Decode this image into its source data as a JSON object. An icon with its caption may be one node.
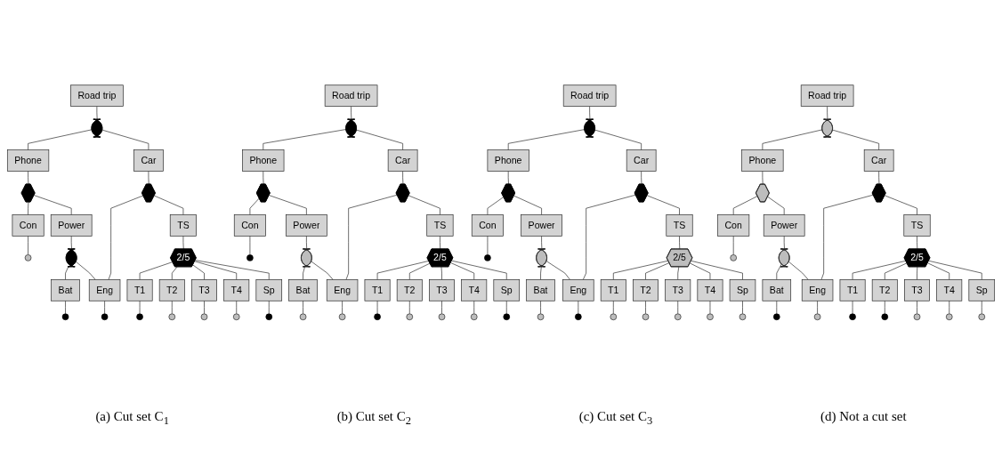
{
  "diagram": {
    "nodes": [
      {
        "text": [
          "Road trip"
        ]
      },
      {
        "text": [],
        "shape": "gate"
      },
      {
        "text": [
          "Phone"
        ]
      },
      {
        "text": [
          "Car"
        ]
      },
      {
        "text": [],
        "shape": "gate"
      },
      {
        "text": [],
        "shape": "gate"
      },
      {
        "text": [
          "Con"
        ]
      },
      {
        "text": [
          "Power"
        ]
      },
      {
        "text": [
          "TS"
        ]
      },
      {
        "text": [],
        "shape": "circle"
      },
      {
        "text": [],
        "shape": "gate"
      },
      {
        "text": [
          "2/5"
        ]
      },
      {
        "text": [
          "Bat"
        ]
      },
      {
        "text": [
          "Eng"
        ]
      },
      {
        "text": [],
        "shape": "circle"
      },
      {
        "text": [],
        "shape": "circle"
      },
      {
        "text": [
          "T1"
        ]
      },
      {
        "text": [
          "T2"
        ]
      },
      {
        "text": [
          "T3"
        ]
      },
      {
        "text": [
          "T4"
        ]
      },
      {
        "text": [
          "Sp"
        ]
      },
      {
        "text": [],
        "shape": "circle"
      },
      {
        "text": [],
        "shape": "circle"
      },
      {
        "text": [],
        "shape": "circle"
      },
      {
        "text": [],
        "shape": "circle"
      },
      {
        "text": [],
        "shape": "circle"
      },
      {
        "text": [
          "Road trip"
        ]
      },
      {
        "text": [],
        "shape": "gate"
      },
      {
        "text": [
          "Phone"
        ]
      },
      {
        "text": [
          "Car"
        ]
      },
      {
        "text": [],
        "shape": "gate"
      },
      {
        "text": [],
        "shape": "gate"
      },
      {
        "text": [
          "Con"
        ]
      },
      {
        "text": [
          "Power"
        ]
      },
      {
        "text": [
          "TS"
        ]
      },
      {
        "text": [],
        "shape": "circle"
      },
      {
        "text": [],
        "shape": "gate"
      },
      {
        "text": [
          "2/5"
        ]
      },
      {
        "text": [
          "Bat"
        ]
      },
      {
        "text": [
          "Eng"
        ]
      },
      {
        "text": [],
        "shape": "circle"
      },
      {
        "text": [],
        "shape": "circle"
      },
      {
        "text": [
          "T1"
        ]
      },
      {
        "text": [
          "T2"
        ]
      },
      {
        "text": [
          "T3"
        ]
      },
      {
        "text": [
          "T4"
        ]
      },
      {
        "text": [
          "Sp"
        ]
      },
      {
        "text": [],
        "shape": "circle"
      },
      {
        "text": [],
        "shape": "circle"
      },
      {
        "text": [],
        "shape": "circle"
      },
      {
        "text": [],
        "shape": "circle"
      },
      {
        "text": [],
        "shape": "circle"
      },
      {
        "text": [
          "Road trip"
        ]
      },
      {
        "text": [],
        "shape": "gate"
      },
      {
        "text": [
          "Phone"
        ]
      },
      {
        "text": [
          "Car"
        ]
      },
      {
        "text": [],
        "shape": "gate"
      },
      {
        "text": [],
        "shape": "gate"
      },
      {
        "text": [
          "Con"
        ]
      },
      {
        "text": [
          "Power"
        ]
      },
      {
        "text": [
          "TS"
        ]
      },
      {
        "text": [],
        "shape": "circle"
      },
      {
        "text": [],
        "shape": "gate"
      },
      {
        "text": [
          "2/5"
        ]
      },
      {
        "text": [
          "Bat"
        ]
      },
      {
        "text": [
          "Eng"
        ]
      },
      {
        "text": [],
        "shape": "circle"
      },
      {
        "text": [],
        "shape": "circle"
      },
      {
        "text": [
          "T1"
        ]
      },
      {
        "text": [
          "T2"
        ]
      },
      {
        "text": [
          "T3"
        ]
      },
      {
        "text": [
          "T4"
        ]
      },
      {
        "text": [
          "Sp"
        ]
      },
      {
        "text": [],
        "shape": "circle"
      },
      {
        "text": [],
        "shape": "circle"
      },
      {
        "text": [],
        "shape": "circle"
      },
      {
        "text": [],
        "shape": "circle"
      },
      {
        "text": [],
        "shape": "circle"
      },
      {
        "text": [
          "Road trip"
        ]
      },
      {
        "text": [],
        "shape": "gate"
      },
      {
        "text": [
          "Phone"
        ]
      },
      {
        "text": [
          "Car"
        ]
      },
      {
        "text": [],
        "shape": "gate"
      },
      {
        "text": [],
        "shape": "gate"
      },
      {
        "text": [
          "Con"
        ]
      },
      {
        "text": [
          "Power"
        ]
      },
      {
        "text": [
          "TS"
        ]
      },
      {
        "text": [],
        "shape": "circle"
      },
      {
        "text": [],
        "shape": "gate"
      },
      {
        "text": [
          "2/5"
        ]
      },
      {
        "text": [
          "Bat"
        ]
      },
      {
        "text": [
          "Eng"
        ]
      },
      {
        "text": [],
        "shape": "circle"
      },
      {
        "text": [],
        "shape": "circle"
      },
      {
        "text": [
          "T1"
        ]
      },
      {
        "text": [
          "T2"
        ]
      },
      {
        "text": [
          "T3"
        ]
      },
      {
        "text": [
          "T4"
        ]
      },
      {
        "text": [
          "Sp"
        ]
      },
      {
        "text": [],
        "shape": "circle"
      },
      {
        "text": [],
        "shape": "circle"
      },
      {
        "text": [],
        "shape": "circle"
      },
      {
        "text": [],
        "shape": "circle"
      },
      {
        "text": [],
        "shape": "circle"
      }
    ],
    "edges": [
      {
        "from": 0,
        "to": 1,
        "arrow": "none"
      },
      {
        "from": 1,
        "to": 2,
        "arrow": "none"
      },
      {
        "from": 1,
        "to": 3,
        "arrow": "none"
      },
      {
        "from": 2,
        "to": 4,
        "arrow": "none"
      },
      {
        "from": 3,
        "to": 5,
        "arrow": "none"
      },
      {
        "from": 4,
        "to": 6,
        "arrow": "none"
      },
      {
        "from": 4,
        "to": 7,
        "arrow": "none"
      },
      {
        "from": 5,
        "to": 13,
        "arrow": "none"
      },
      {
        "from": 5,
        "to": 8,
        "arrow": "none"
      },
      {
        "from": 6,
        "to": 9,
        "arrow": "none"
      },
      {
        "from": 7,
        "to": 10,
        "arrow": "none"
      },
      {
        "from": 8,
        "to": 11,
        "arrow": "none"
      },
      {
        "from": 10,
        "to": 12,
        "arrow": "none"
      },
      {
        "from": 10,
        "to": 13,
        "arrow": "none"
      },
      {
        "from": 12,
        "to": 14,
        "arrow": "none"
      },
      {
        "from": 13,
        "to": 15,
        "arrow": "none"
      },
      {
        "from": 11,
        "to": 16,
        "arrow": "none"
      },
      {
        "from": 11,
        "to": 17,
        "arrow": "none"
      },
      {
        "from": 11,
        "to": 18,
        "arrow": "none"
      },
      {
        "from": 11,
        "to": 19,
        "arrow": "none"
      },
      {
        "from": 11,
        "to": 20,
        "arrow": "none"
      },
      {
        "from": 16,
        "to": 21,
        "arrow": "none"
      },
      {
        "from": 17,
        "to": 22,
        "arrow": "none"
      },
      {
        "from": 18,
        "to": 23,
        "arrow": "none"
      },
      {
        "from": 19,
        "to": 24,
        "arrow": "none"
      },
      {
        "from": 20,
        "to": 25,
        "arrow": "none"
      },
      {
        "from": 26,
        "to": 27,
        "arrow": "none"
      },
      {
        "from": 27,
        "to": 28,
        "arrow": "none"
      },
      {
        "from": 27,
        "to": 29,
        "arrow": "none"
      },
      {
        "from": 28,
        "to": 30,
        "arrow": "none"
      },
      {
        "from": 29,
        "to": 31,
        "arrow": "none"
      },
      {
        "from": 30,
        "to": 32,
        "arrow": "none"
      },
      {
        "from": 30,
        "to": 33,
        "arrow": "none"
      },
      {
        "from": 31,
        "to": 39,
        "arrow": "none"
      },
      {
        "from": 31,
        "to": 34,
        "arrow": "none"
      },
      {
        "from": 32,
        "to": 35,
        "arrow": "none"
      },
      {
        "from": 33,
        "to": 36,
        "arrow": "none"
      },
      {
        "from": 34,
        "to": 37,
        "arrow": "none"
      },
      {
        "from": 36,
        "to": 38,
        "arrow": "none"
      },
      {
        "from": 36,
        "to": 39,
        "arrow": "none"
      },
      {
        "from": 38,
        "to": 40,
        "arrow": "none"
      },
      {
        "from": 39,
        "to": 41,
        "arrow": "none"
      },
      {
        "from": 37,
        "to": 42,
        "arrow": "none"
      },
      {
        "from": 37,
        "to": 43,
        "arrow": "none"
      },
      {
        "from": 37,
        "to": 44,
        "arrow": "none"
      },
      {
        "from": 37,
        "to": 45,
        "arrow": "none"
      },
      {
        "from": 37,
        "to": 46,
        "arrow": "none"
      },
      {
        "from": 42,
        "to": 47,
        "arrow": "none"
      },
      {
        "from": 43,
        "to": 48,
        "arrow": "none"
      },
      {
        "from": 44,
        "to": 49,
        "arrow": "none"
      },
      {
        "from": 45,
        "to": 50,
        "arrow": "none"
      },
      {
        "from": 46,
        "to": 51,
        "arrow": "none"
      },
      {
        "from": 52,
        "to": 53,
        "arrow": "none"
      },
      {
        "from": 53,
        "to": 54,
        "arrow": "none"
      },
      {
        "from": 53,
        "to": 55,
        "arrow": "none"
      },
      {
        "from": 54,
        "to": 56,
        "arrow": "none"
      },
      {
        "from": 55,
        "to": 57,
        "arrow": "none"
      },
      {
        "from": 56,
        "to": 58,
        "arrow": "none"
      },
      {
        "from": 56,
        "to": 59,
        "arrow": "none"
      },
      {
        "from": 57,
        "to": 65,
        "arrow": "none"
      },
      {
        "from": 57,
        "to": 60,
        "arrow": "none"
      },
      {
        "from": 58,
        "to": 61,
        "arrow": "none"
      },
      {
        "from": 59,
        "to": 62,
        "arrow": "none"
      },
      {
        "from": 60,
        "to": 63,
        "arrow": "none"
      },
      {
        "from": 62,
        "to": 64,
        "arrow": "none"
      },
      {
        "from": 62,
        "to": 65,
        "arrow": "none"
      },
      {
        "from": 64,
        "to": 66,
        "arrow": "none"
      },
      {
        "from": 65,
        "to": 67,
        "arrow": "none"
      },
      {
        "from": 63,
        "to": 68,
        "arrow": "none"
      },
      {
        "from": 63,
        "to": 69,
        "arrow": "none"
      },
      {
        "from": 63,
        "to": 70,
        "arrow": "none"
      },
      {
        "from": 63,
        "to": 71,
        "arrow": "none"
      },
      {
        "from": 63,
        "to": 72,
        "arrow": "none"
      },
      {
        "from": 68,
        "to": 73,
        "arrow": "none"
      },
      {
        "from": 69,
        "to": 74,
        "arrow": "none"
      },
      {
        "from": 70,
        "to": 75,
        "arrow": "none"
      },
      {
        "from": 71,
        "to": 76,
        "arrow": "none"
      },
      {
        "from": 72,
        "to": 77,
        "arrow": "none"
      },
      {
        "from": 78,
        "to": 79,
        "arrow": "none"
      },
      {
        "from": 79,
        "to": 80,
        "arrow": "none"
      },
      {
        "from": 79,
        "to": 81,
        "arrow": "none"
      },
      {
        "from": 80,
        "to": 82,
        "arrow": "none"
      },
      {
        "from": 81,
        "to": 83,
        "arrow": "none"
      },
      {
        "from": 82,
        "to": 84,
        "arrow": "none"
      },
      {
        "from": 82,
        "to": 85,
        "arrow": "none"
      },
      {
        "from": 83,
        "to": 91,
        "arrow": "none"
      },
      {
        "from": 83,
        "to": 86,
        "arrow": "none"
      },
      {
        "from": 84,
        "to": 87,
        "arrow": "none"
      },
      {
        "from": 85,
        "to": 88,
        "arrow": "none"
      },
      {
        "from": 86,
        "to": 89,
        "arrow": "none"
      },
      {
        "from": 88,
        "to": 90,
        "arrow": "none"
      },
      {
        "from": 88,
        "to": 91,
        "arrow": "none"
      },
      {
        "from": 90,
        "to": 92,
        "arrow": "none"
      },
      {
        "from": 91,
        "to": 93,
        "arrow": "none"
      },
      {
        "from": 89,
        "to": 94,
        "arrow": "none"
      },
      {
        "from": 89,
        "to": 95,
        "arrow": "none"
      },
      {
        "from": 89,
        "to": 96,
        "arrow": "none"
      },
      {
        "from": 89,
        "to": 97,
        "arrow": "none"
      },
      {
        "from": 89,
        "to": 98,
        "arrow": "none"
      },
      {
        "from": 94,
        "to": 99,
        "arrow": "none"
      },
      {
        "from": 95,
        "to": 100,
        "arrow": "none"
      },
      {
        "from": 96,
        "to": 101,
        "arrow": "none"
      },
      {
        "from": 97,
        "to": 102,
        "arrow": "none"
      },
      {
        "from": 98,
        "to": 103,
        "arrow": "none"
      }
    ],
    "labels": [
      "(a) Cut set C$_{1}$",
      "(b) Cut set C$_{2}$",
      "(c) Cut set C$_{3}$",
      "(d) Not a cut set"
    ]
  }
}
